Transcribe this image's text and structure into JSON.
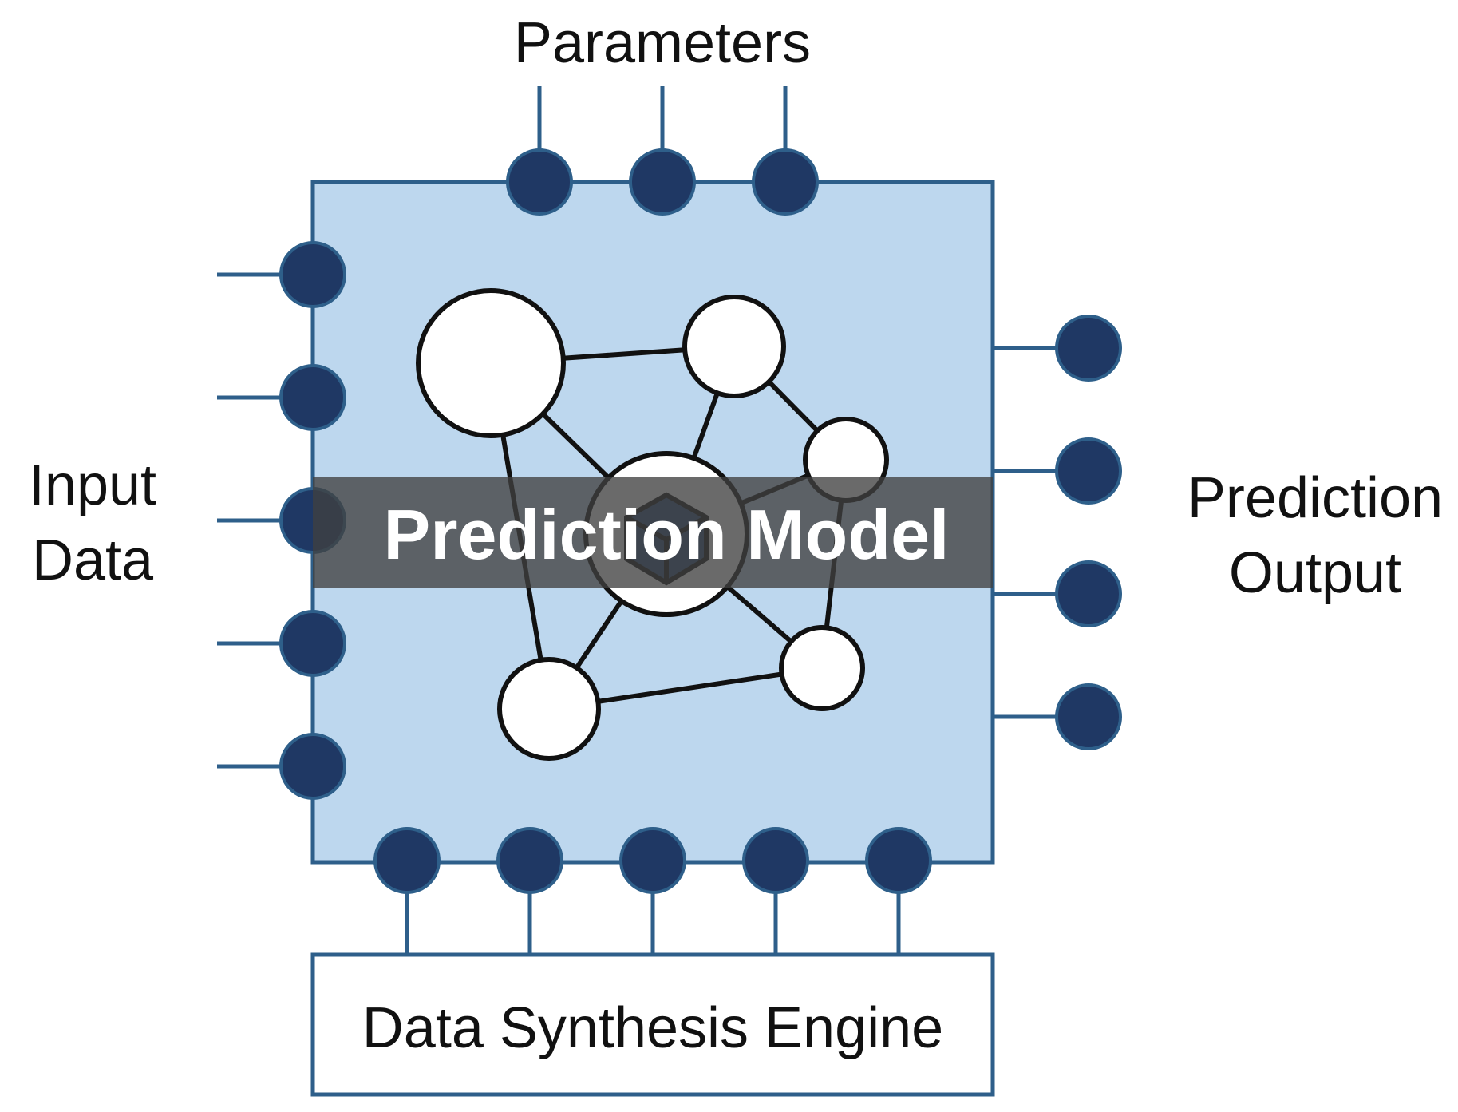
{
  "labels": {
    "parameters": "Parameters",
    "input_line1": "Input",
    "input_line2": "Data",
    "output_line1": "Prediction",
    "output_line2": "Output",
    "model_title": "Prediction Model",
    "engine": "Data Synthesis Engine"
  },
  "colors": {
    "block_fill": "#bdd7ee",
    "block_stroke": "#2e5f8a",
    "pin_fill": "#1f3864",
    "pin_stroke": "#2e5f8a",
    "banner_fill": "#404040",
    "node_fill": "#ffffff",
    "node_stroke": "#111111"
  },
  "icons": {
    "network": "network-graph-icon",
    "model_core": "hexagon-cube-icon"
  }
}
